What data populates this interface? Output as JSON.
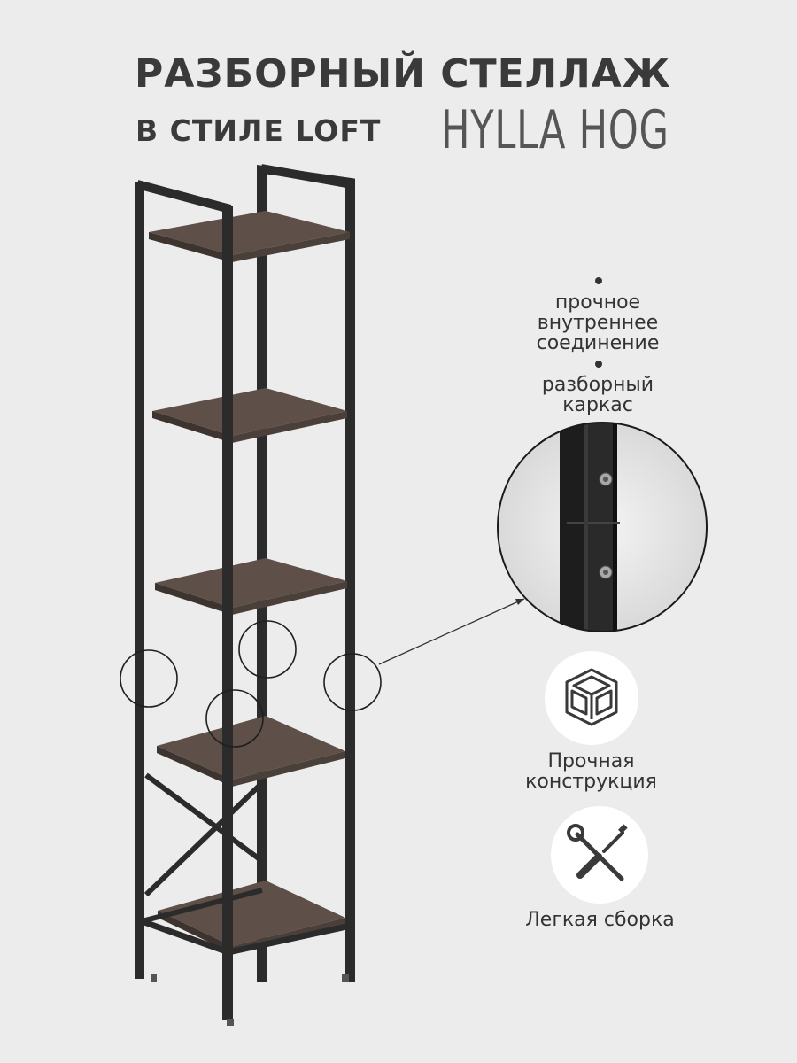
{
  "header": {
    "title": "РАЗБОРНЫЙ СТЕЛЛАЖ",
    "subtitle": "В СТИЛЕ LOFT",
    "brand": "HYLLA HOG"
  },
  "features": {
    "connection": "прочное\nвнутреннее\nсоединение",
    "frame": "разборный\nкаркас",
    "durable": "Прочная\nконструкция",
    "assembly": "Легкая сборка"
  },
  "icons": {
    "cube": "cube-frame-icon",
    "tools": "wrench-screwdriver-icon"
  },
  "colors": {
    "background": "#ececec",
    "frame": "#2b2b2b",
    "shelf": "#5e5048",
    "text": "#333333"
  }
}
